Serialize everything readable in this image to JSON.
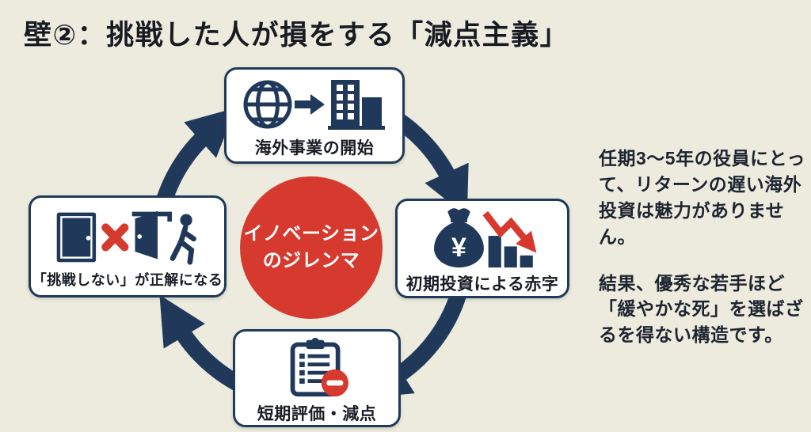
{
  "title": "壁②：挑戦した人が損をする「減点主義」",
  "colors": {
    "background": "#ECEBDE",
    "navy": "#20395A",
    "red": "#D6392E",
    "box_background": "#FFFFFF",
    "text_dark": "#1E2430"
  },
  "cycle": {
    "direction": "clockwise",
    "center_label_lines": [
      "イノベーション",
      "のジレンマ"
    ],
    "nodes": [
      {
        "id": "top",
        "label": "海外事業の開始",
        "icon": "globe-to-building-icon"
      },
      {
        "id": "right",
        "label": "初期投資による赤字",
        "icon": "money-bag-decline-icon",
        "icon_text": "¥"
      },
      {
        "id": "bottom",
        "label": "短期評価・減点",
        "icon": "clipboard-minus-icon"
      },
      {
        "id": "left",
        "label": "「挑戦しない」が正解になる",
        "icon": "doors-no-challenge-icon"
      }
    ]
  },
  "side_note": {
    "paragraphs": [
      "任期3〜5年の役員にとって、リターンの遅い海外投資は魅力がありません。",
      "結果、優秀な若手ほど「緩やかな死」を選ばざるを得ない構造です。"
    ]
  }
}
